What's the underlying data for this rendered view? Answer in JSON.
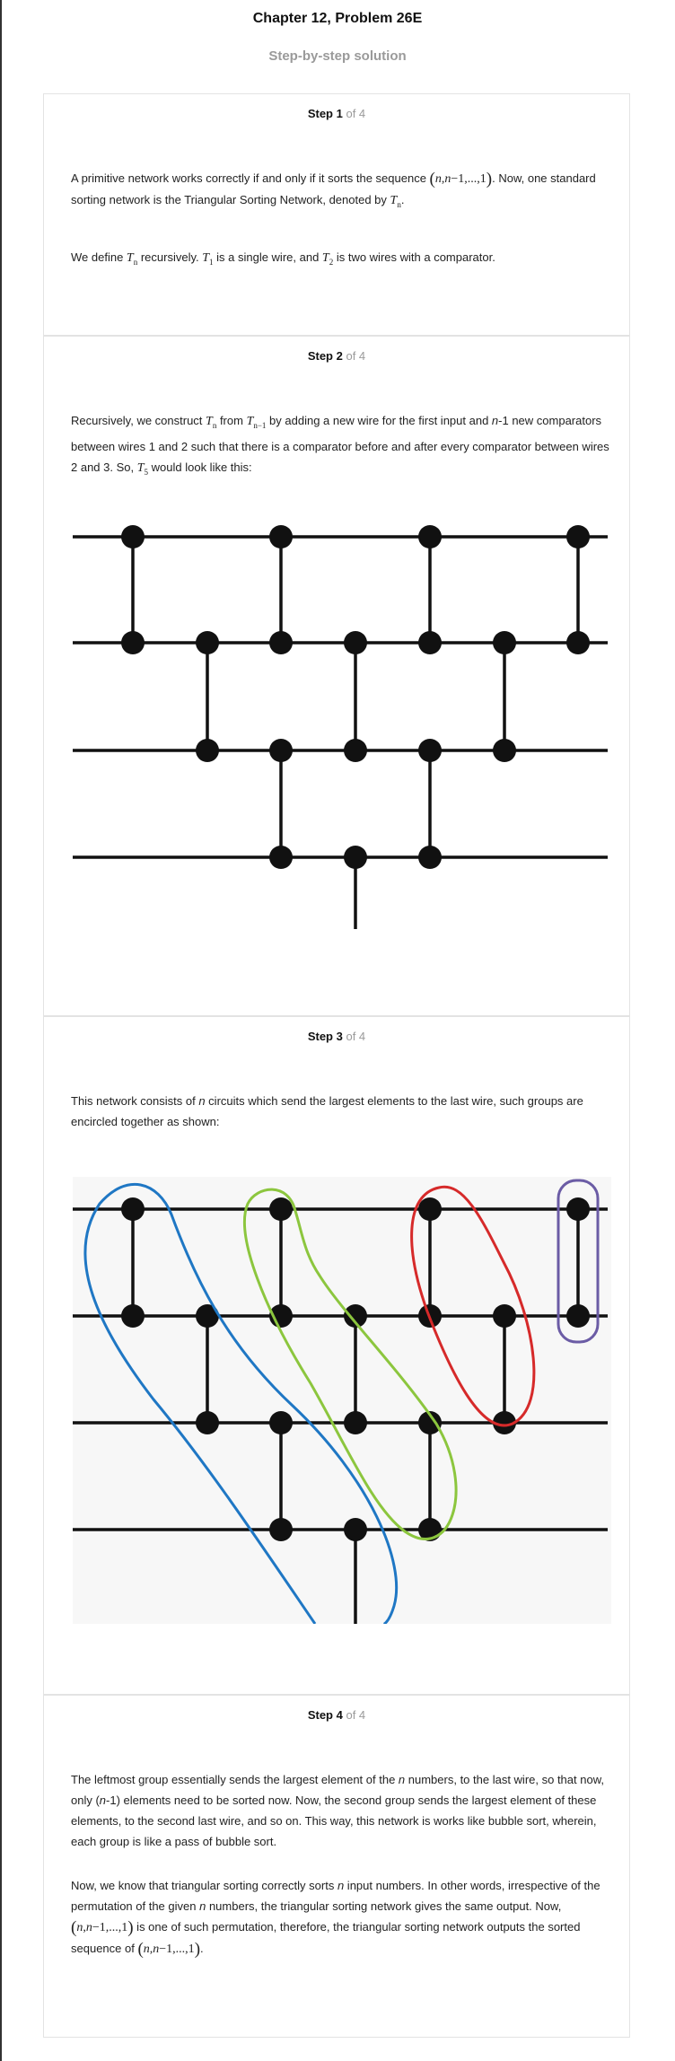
{
  "header": {
    "title": "Chapter 12, Problem 26E",
    "subtitle": "Step-by-step solution"
  },
  "steps": [
    {
      "step_word": "Step 1",
      "of_text": "of 4",
      "p1": {
        "a": "A primitive network works correctly if and only if it sorts the sequence ",
        "seq": "(n, n−1, ..., 1)",
        "b": ". Now, one standard sorting network is the Triangular Sorting Network, denoted by ",
        "tn": "Tn",
        "c": "."
      },
      "p2": {
        "a": "We define ",
        "tn": "Tn",
        "b": " recursively. ",
        "t1": "T1",
        "c": " is a single wire, and ",
        "t2": "T2",
        "d": " is two wires with a comparator."
      }
    },
    {
      "step_word": "Step 2",
      "of_text": "of 4",
      "p1": {
        "a": "Recursively, we construct ",
        "tn": "Tn",
        "b": " from ",
        "tn1": "Tn−1",
        "c": " by adding a new wire for the first input and ",
        "n": "n",
        "d": "-1 new comparators between wires 1 and 2 such that there is a comparator before and after every comparator between wires 2 and 3. So, ",
        "t5": "T5",
        "e": " would look like this:"
      }
    },
    {
      "step_word": "Step 3",
      "of_text": "of 4",
      "p1": {
        "a": "This network consists of ",
        "n": "n",
        "b": " circuits which send the largest elements to the last wire, such groups are encircled together as shown:"
      },
      "group_colors": [
        "#1f77c4",
        "#8cc63e",
        "#d62a2a",
        "#6b5ca5"
      ]
    },
    {
      "step_word": "Step 4",
      "of_text": "of 4",
      "p1": {
        "a": "The leftmost group essentially sends the largest element of the ",
        "n": "n",
        "b": " numbers, to the last wire, so that now, only (",
        "n2": "n",
        "c": "-1) elements need to be sorted now. Now, the second group sends the largest element of these elements, to the second last wire, and so on. This way, this network is works like bubble sort, wherein, each group is like a pass of bubble sort."
      },
      "p2": {
        "a": "Now, we know that triangular sorting correctly sorts ",
        "n": "n",
        "b": " input numbers. In other words, irrespective of the permutation of the given ",
        "n2": "n",
        "c": " numbers, the triangular sorting network gives the same output. Now, ",
        "seq": "(n, n−1, ..., 1)",
        "d": " is one of such permutation, therefore, the triangular sorting network outputs the sorted sequence of ",
        "seq2": "(n, n−1, ..., 1)",
        "e": "."
      }
    }
  ]
}
